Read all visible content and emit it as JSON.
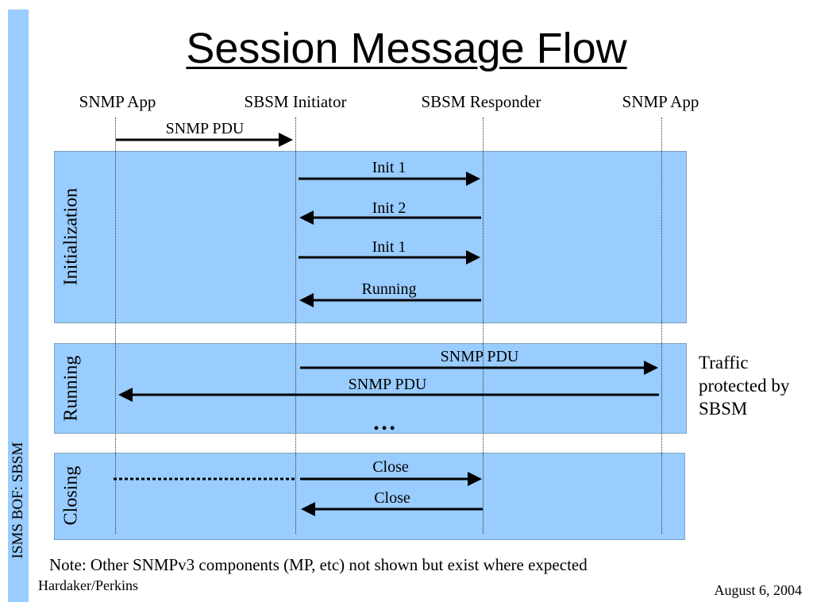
{
  "sidebar": {
    "text": "ISMS BOF:  SBSM",
    "color": "#99ccff"
  },
  "title": "Session Message Flow",
  "lanes": [
    "SNMP App",
    "SBSM Initiator",
    "SBSM Responder",
    "SNMP App"
  ],
  "phases": {
    "initialization": "Initialization",
    "running": "Running",
    "closing": "Closing"
  },
  "messages": {
    "pre_pdu": "SNMP PDU",
    "init1_a": "Init 1",
    "init2": "Init 2",
    "init1_b": "Init 1",
    "running_msg": "Running",
    "pdu_out": "SNMP PDU",
    "pdu_back": "SNMP PDU",
    "ellipsis": "…",
    "close_a": "Close",
    "close_b": "Close"
  },
  "side_note": "Traffic protected by SBSM",
  "note": "Note:  Other SNMPv3 components (MP, etc) not shown but exist where expected",
  "footer": {
    "left": "Hardaker/Perkins",
    "right": "August 6, 2004"
  },
  "colors": {
    "phase_fill": "#99ccff",
    "arrow": "#000000"
  }
}
